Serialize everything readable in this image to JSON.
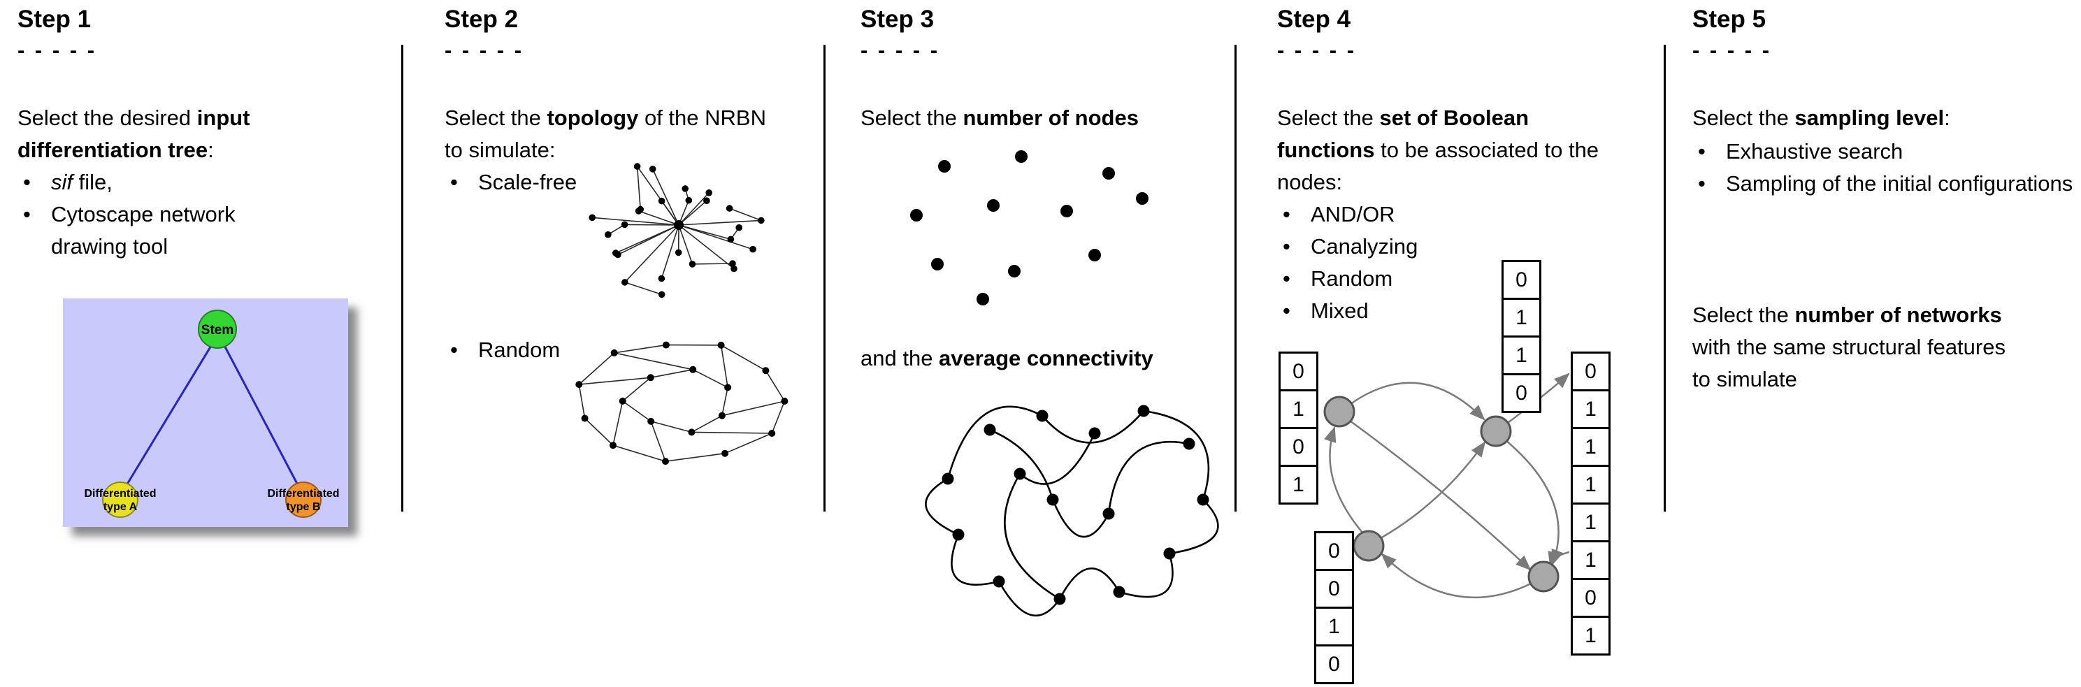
{
  "steps": {
    "step1": {
      "title": "Step 1",
      "dashes": "- - - - -",
      "intro": {
        "pre": "Select the desired ",
        "bold": "input differentiation tree",
        "post": ":"
      },
      "bullet1": {
        "italic": "sif",
        "post": " file,"
      },
      "bullet2": "Cytoscape network drawing tool",
      "tree": {
        "stem_label": "Stem",
        "type_a_line1": "Differentiated",
        "type_a_line2": "type A",
        "type_b_line1": "Differentiated",
        "type_b_line2": "type B"
      }
    },
    "step2": {
      "title": "Step 2",
      "dashes": "- - - - -",
      "intro": {
        "pre": "Select the ",
        "bold": "topology",
        "post": " of the NRBN to simulate:"
      },
      "bullet1": "Scale-free",
      "bullet2": "Random"
    },
    "step3": {
      "title": "Step 3",
      "dashes": "- - - - -",
      "intro": {
        "pre": "Select the ",
        "bold": "number of nodes",
        "post": ""
      },
      "second": {
        "pre": "and the ",
        "bold": "average connectivity",
        "post": ""
      }
    },
    "step4": {
      "title": "Step 4",
      "dashes": "- - - - -",
      "intro": {
        "pre": "Select the ",
        "bold": "set of Boolean functions",
        "post": " to be associated to the nodes:"
      },
      "bullets": [
        "AND/OR",
        "Canalyzing",
        "Random",
        "Mixed"
      ],
      "truth_tables": {
        "left": [
          "0",
          "1",
          "0",
          "1"
        ],
        "top": [
          "0",
          "1",
          "1",
          "0"
        ],
        "bottom_left": [
          "0",
          "0",
          "1",
          "0"
        ],
        "right": [
          "0",
          "1",
          "1",
          "1",
          "1",
          "1",
          "0",
          "1"
        ]
      }
    },
    "step5": {
      "title": "Step 5",
      "dashes": "- - - - -",
      "intro": {
        "pre": "Select the ",
        "bold": "sampling level",
        "post": ":"
      },
      "bullets": [
        "Exhaustive search",
        "Sampling of the initial configurations"
      ],
      "second": {
        "pre": "Select the ",
        "bold": "number of networks",
        "post": " with the same structural features to simulate"
      }
    }
  },
  "colors": {
    "tree_background": "#c9c9fb",
    "stem_node": "#33d633",
    "type_a_node": "#e9e021",
    "type_b_node": "#f0932c",
    "tree_edge": "#2525c0",
    "boolean_node": "#a8a8a8",
    "boolean_edge": "#7a7a7a"
  }
}
